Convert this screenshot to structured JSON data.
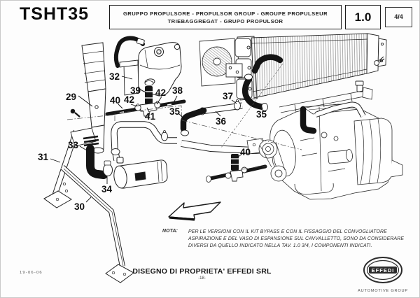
{
  "page": {
    "code": "TSHT35",
    "title_line1": "GRUPPO PROPULSORE - PROPULSOR GROUP - GROUPE PROPULSEUR",
    "title_line2": "TRIEBAGGREGAT - GRUPO PROPULSOR",
    "table_number": "1.0",
    "sheet": "4/4"
  },
  "note": {
    "label": "NOTA:",
    "line1": "PER LE VERSIONI CON IL KIT BYPASS E CON IL FISSAGGIO DEL CONVOGLIATORE",
    "line2": "ASPIRAZIONE E DEL VASO DI ESPANSIONE SUL CAVVALLETTO, SONO DA CONSIDERARE",
    "line3": "DIVERSI DA QUELLO INDICATO NELLA TAV. 1.0 3/4,  I COMPONENTI INDICATI."
  },
  "footer": {
    "date": "19-06-06",
    "ownership": "DISEGNO DI PROPRIETA' EFFEDI SRL",
    "page_number": "-18-",
    "logo_text": "EFFEDI",
    "logo_subtext": "AUTOMOTIVE GROUP"
  },
  "callouts": [
    {
      "label": "29"
    },
    {
      "label": "32"
    },
    {
      "label": "39"
    },
    {
      "label": "42"
    },
    {
      "label": "38"
    },
    {
      "label": "40"
    },
    {
      "label": "42"
    },
    {
      "label": "41"
    },
    {
      "label": "35"
    },
    {
      "label": "37"
    },
    {
      "label": "36"
    },
    {
      "label": "35"
    },
    {
      "label": "40"
    },
    {
      "label": "33"
    },
    {
      "label": "31"
    },
    {
      "label": "34"
    },
    {
      "label": "30"
    }
  ]
}
